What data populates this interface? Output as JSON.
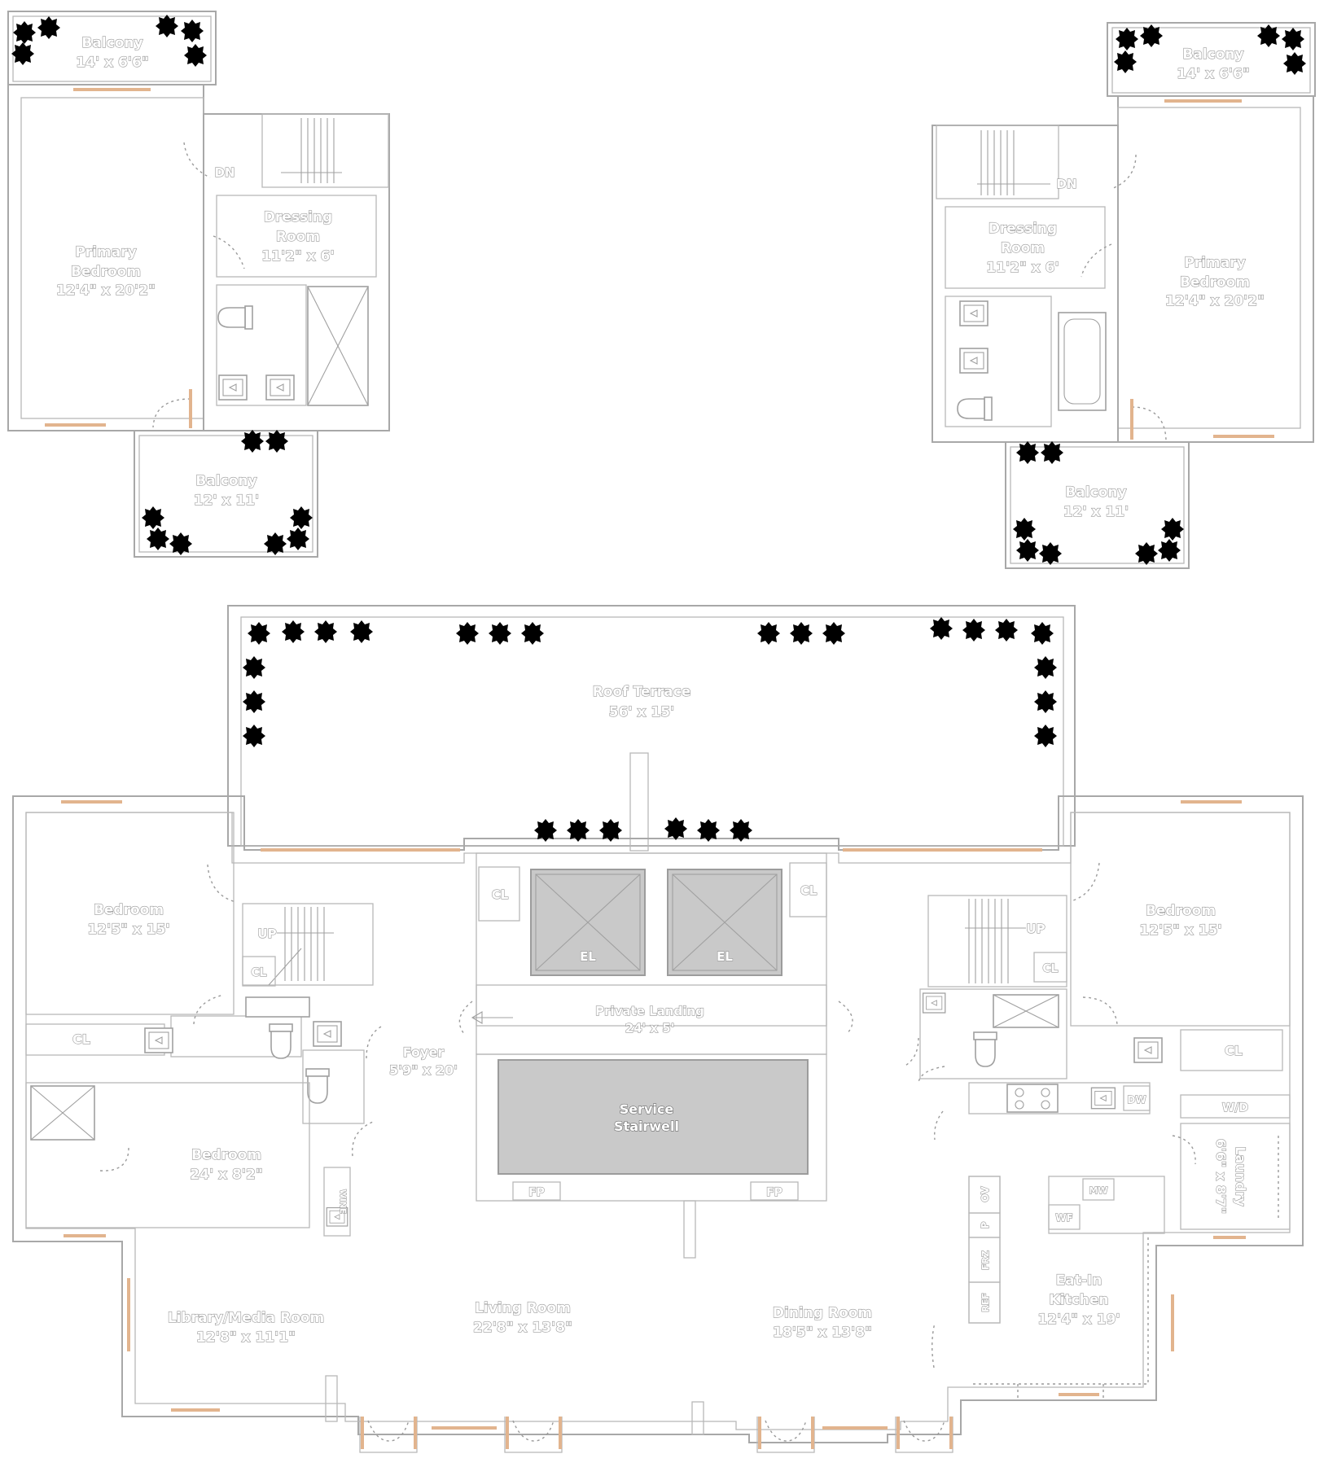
{
  "upper_left": {
    "balcony_top": {
      "name": "Balcony",
      "size": "14' x 6'6\""
    },
    "primary_bedroom": {
      "name": "Primary\nBedroom",
      "size": "12'4\" x 20'2\""
    },
    "dressing_room": {
      "name": "Dressing\nRoom",
      "size": "11'2\" x 6'"
    },
    "balcony_bottom": {
      "name": "Balcony",
      "size": "12' x 11'"
    },
    "stair_label": "DN"
  },
  "upper_right": {
    "balcony_top": {
      "name": "Balcony",
      "size": "14' x 6'6\""
    },
    "primary_bedroom": {
      "name": "Primary\nBedroom",
      "size": "12'4\" x 20'2\""
    },
    "dressing_room": {
      "name": "Dressing\nRoom",
      "size": "11'2\" x 6'"
    },
    "balcony_bottom": {
      "name": "Balcony",
      "size": "12' x 11'"
    },
    "stair_label": "DN"
  },
  "main": {
    "roof_terrace": {
      "name": "Roof Terrace",
      "size": "56' x 15'"
    },
    "bedroom_left_top": {
      "name": "Bedroom",
      "size": "12'5\" x 15'"
    },
    "bedroom_left_bottom": {
      "name": "Bedroom",
      "size": "24' x 8'2\""
    },
    "bedroom_right": {
      "name": "Bedroom",
      "size": "12'5\" x 15'"
    },
    "foyer": {
      "name": "Foyer",
      "size": "5'9\" x 20'"
    },
    "private_landing": {
      "name": "Private Landing",
      "size": "24' x 5'"
    },
    "service_stairwell": {
      "name": "Service\nStairwell"
    },
    "library": {
      "name": "Library/Media Room",
      "size": "12'8\" x 11'1\""
    },
    "living_room": {
      "name": "Living Room",
      "size": "22'8\" x 13'8\""
    },
    "dining_room": {
      "name": "Dining Room",
      "size": "18'5\" x 13'8\""
    },
    "kitchen": {
      "name": "Eat-In\nKitchen",
      "size": "12'4\" x 19'"
    },
    "laundry": {
      "name": "Laundry",
      "size": "6'6\" x 8'7\""
    },
    "labels": {
      "cl": "CL",
      "el": "EL",
      "up": "UP",
      "fp": "FP",
      "wd": "W/D",
      "dw": "DW",
      "mw": "MW",
      "wf": "WF",
      "ov": "OV",
      "p": "P",
      "frz": "FRZ",
      "ref": "REF",
      "wine": "WINE"
    }
  },
  "colors": {
    "walls": "#a8a8a8",
    "windows": "#e2b48e",
    "plants": "#c7aaf0",
    "elevator_fill": "#c9c9c9"
  },
  "icons": [
    "potted-plant-icon",
    "toilet-icon",
    "sink-icon",
    "shower-icon",
    "bathtub-icon",
    "stove-icon",
    "elevator-icon"
  ]
}
